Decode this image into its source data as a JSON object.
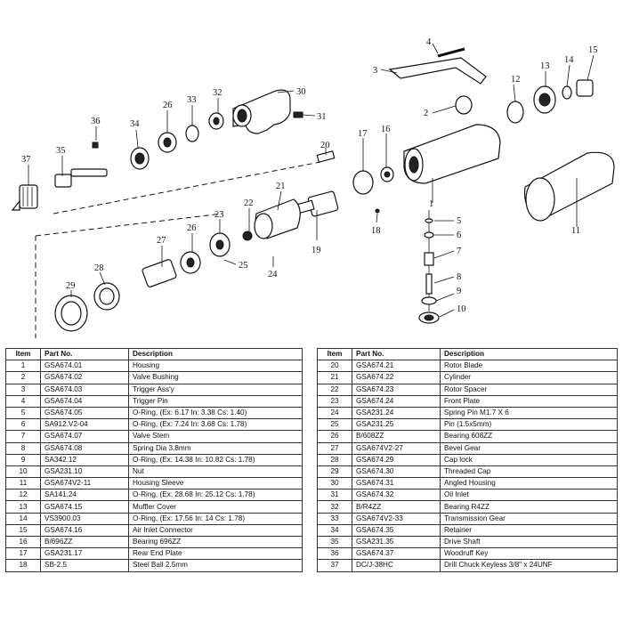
{
  "diagram": {
    "callouts": [
      "1",
      "2",
      "3",
      "4",
      "5",
      "6",
      "7",
      "8",
      "9",
      "10",
      "11",
      "12",
      "13",
      "14",
      "15",
      "16",
      "17",
      "18",
      "19",
      "20",
      "21",
      "22",
      "23",
      "24",
      "25",
      "26",
      "26",
      "27",
      "28",
      "29",
      "30",
      "31",
      "32",
      "33",
      "34",
      "35",
      "36",
      "37"
    ]
  },
  "table": {
    "headers": {
      "item": "Item",
      "part": "Part No.",
      "desc": "Description"
    },
    "left": [
      {
        "item": "1",
        "part": "GSA674.01",
        "desc": "Housing"
      },
      {
        "item": "2",
        "part": "GSA674.02",
        "desc": "Valve Bushing"
      },
      {
        "item": "3",
        "part": "GSA674.03",
        "desc": "Trigger Ass'y"
      },
      {
        "item": "4",
        "part": "GSA674.04",
        "desc": "Trigger Pin"
      },
      {
        "item": "5",
        "part": "GSA674.05",
        "desc": "O-Ring, (Ex: 6.17 In: 3.38 Cs: 1.40)"
      },
      {
        "item": "6",
        "part": "SA912.V2-04",
        "desc": "O-Ring, (Ex: 7.24 In: 3.68 Cs: 1.78)"
      },
      {
        "item": "7",
        "part": "GSA674.07",
        "desc": "Valve Stem"
      },
      {
        "item": "8",
        "part": "GSA674.08",
        "desc": "Spring Dia 3.8mm"
      },
      {
        "item": "9",
        "part": "SA342.12",
        "desc": "O-Ring, (Ex: 14.38 In: 10.82 Cs: 1.78)"
      },
      {
        "item": "10",
        "part": "GSA231.10",
        "desc": "Nut"
      },
      {
        "item": "11",
        "part": "GSA674V2-11",
        "desc": "Housing Sleeve"
      },
      {
        "item": "12",
        "part": "SA141.24",
        "desc": "O-Ring, (Ex: 28.68 In: 25.12 Cs: 1.78)"
      },
      {
        "item": "13",
        "part": "GSA674.15",
        "desc": "Muffler Cover"
      },
      {
        "item": "14",
        "part": "VS3900.03",
        "desc": "O-Ring, (Ex: 17.56 In: 14 Cs: 1.78)"
      },
      {
        "item": "15",
        "part": "GSA674.16",
        "desc": "Air Inlet Connector"
      },
      {
        "item": "16",
        "part": "B/696ZZ",
        "desc": "Bearing 696ZZ"
      },
      {
        "item": "17",
        "part": "GSA231.17",
        "desc": "Rear End Plate"
      },
      {
        "item": "18",
        "part": "SB-2.5",
        "desc": "Steel Ball 2.5mm"
      }
    ],
    "right": [
      {
        "item": "20",
        "part": "GSA674.21",
        "desc": "Rotor Blade"
      },
      {
        "item": "21",
        "part": "GSA674.22",
        "desc": "Cylinder"
      },
      {
        "item": "22",
        "part": "GSA674.23",
        "desc": "Rotor Spacer"
      },
      {
        "item": "23",
        "part": "GSA674.24",
        "desc": "Front Plate"
      },
      {
        "item": "24",
        "part": "GSA231.24",
        "desc": "Spring Pin M1.7 X 6"
      },
      {
        "item": "25",
        "part": "GSA231.25",
        "desc": "Pin (1.5x5mm)"
      },
      {
        "item": "26",
        "part": "B/608ZZ",
        "desc": "Bearing 608ZZ"
      },
      {
        "item": "27",
        "part": "GSA674V2-27",
        "desc": "Bevel Gear"
      },
      {
        "item": "28",
        "part": "GSA674.29",
        "desc": "Cap lock"
      },
      {
        "item": "29",
        "part": "GSA674.30",
        "desc": "Threaded Cap"
      },
      {
        "item": "30",
        "part": "GSA674.31",
        "desc": "Angled Housing"
      },
      {
        "item": "31",
        "part": "GSA674.32",
        "desc": "Oil Inlet"
      },
      {
        "item": "32",
        "part": "B/R4ZZ",
        "desc": "Bearing R4ZZ"
      },
      {
        "item": "33",
        "part": "GSA674V2-33",
        "desc": "Transmission Gear"
      },
      {
        "item": "34",
        "part": "GSA674.35",
        "desc": "Retainer"
      },
      {
        "item": "35",
        "part": "GSA231.35",
        "desc": "Drive Shaft"
      },
      {
        "item": "36",
        "part": "GSA674.37",
        "desc": "Woodruff Key"
      },
      {
        "item": "37",
        "part": "DC/J-38HC",
        "desc": "Drill Chuck Keyless 3/8\" x 24UNF"
      }
    ]
  }
}
